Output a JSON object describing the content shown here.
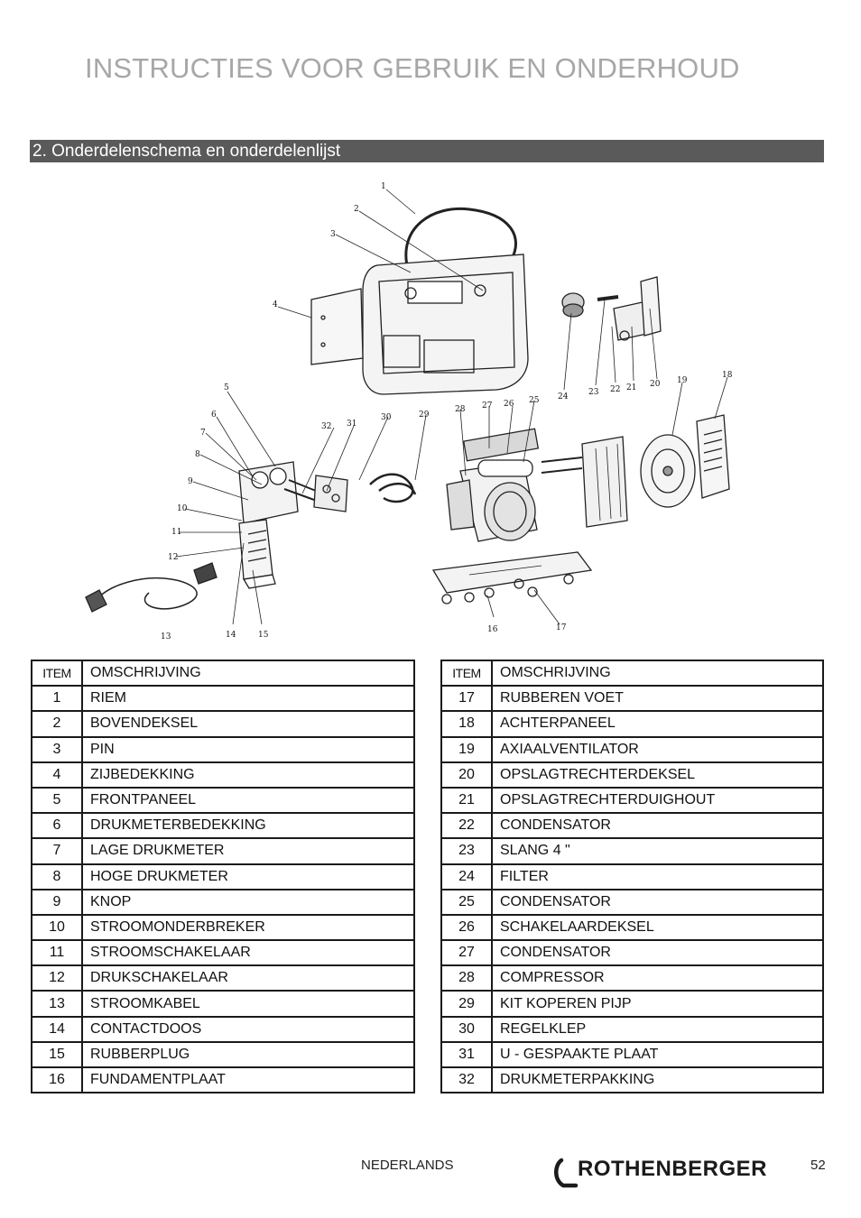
{
  "header": {
    "title": "INSTRUCTIES VOOR GEBRUIK EN ONDERHOUD"
  },
  "section": {
    "title": "2. Onderdelenschema en onderdelenlijst"
  },
  "diagram": {
    "callouts": [
      "1",
      "2",
      "3",
      "4",
      "5",
      "6",
      "7",
      "8",
      "9",
      "10",
      "11",
      "12",
      "13",
      "14",
      "15",
      "16",
      "17",
      "18",
      "19",
      "20",
      "21",
      "22",
      "23",
      "24",
      "25",
      "26",
      "27",
      "28",
      "29",
      "30",
      "31",
      "32"
    ]
  },
  "table_left": {
    "headers": {
      "item": "ITEM",
      "desc": "OMSCHRIJVING"
    },
    "rows": [
      {
        "item": "1",
        "desc": "RIEM"
      },
      {
        "item": "2",
        "desc": "BOVENDEKSEL"
      },
      {
        "item": "3",
        "desc": "PIN"
      },
      {
        "item": "4",
        "desc": "ZIJBEDEKKING"
      },
      {
        "item": "5",
        "desc": "FRONTPANEEL"
      },
      {
        "item": "6",
        "desc": "DRUKMETERBEDEKKING"
      },
      {
        "item": "7",
        "desc": "LAGE DRUKMETER"
      },
      {
        "item": "8",
        "desc": "HOGE DRUKMETER"
      },
      {
        "item": "9",
        "desc": "KNOP"
      },
      {
        "item": "10",
        "desc": "STROOMONDERBREKER"
      },
      {
        "item": "11",
        "desc": "STROOMSCHAKELAAR"
      },
      {
        "item": "12",
        "desc": "DRUKSCHAKELAAR"
      },
      {
        "item": "13",
        "desc": "STROOMKABEL"
      },
      {
        "item": "14",
        "desc": "CONTACTDOOS"
      },
      {
        "item": "15",
        "desc": "RUBBERPLUG"
      },
      {
        "item": "16",
        "desc": "FUNDAMENTPLAAT"
      }
    ]
  },
  "table_right": {
    "headers": {
      "item": "ITEM",
      "desc": "OMSCHRIJVING"
    },
    "rows": [
      {
        "item": "17",
        "desc": "RUBBEREN VOET"
      },
      {
        "item": "18",
        "desc": "ACHTERPANEEL"
      },
      {
        "item": "19",
        "desc": "AXIAALVENTILATOR"
      },
      {
        "item": "20",
        "desc": "OPSLAGTRECHTERDEKSEL"
      },
      {
        "item": "21",
        "desc": "OPSLAGTRECHTERDUIGHOUT"
      },
      {
        "item": "22",
        "desc": "CONDENSATOR"
      },
      {
        "item": "23",
        "desc": "SLANG 4 \""
      },
      {
        "item": "24",
        "desc": "FILTER"
      },
      {
        "item": "25",
        "desc": "CONDENSATOR"
      },
      {
        "item": "26",
        "desc": "SCHAKELAARDEKSEL"
      },
      {
        "item": "27",
        "desc": "CONDENSATOR"
      },
      {
        "item": "28",
        "desc": "COMPRESSOR"
      },
      {
        "item": "29",
        "desc": "KIT KOPEREN PIJP"
      },
      {
        "item": "30",
        "desc": "REGELKLEP"
      },
      {
        "item": "31",
        "desc": "U - GESPAAKTE PLAAT"
      },
      {
        "item": "32",
        "desc": "DRUKMETERPAKKING"
      }
    ]
  },
  "footer": {
    "language": "NEDERLANDS",
    "brand": "ROTHENBERGER",
    "page_number": "52"
  }
}
